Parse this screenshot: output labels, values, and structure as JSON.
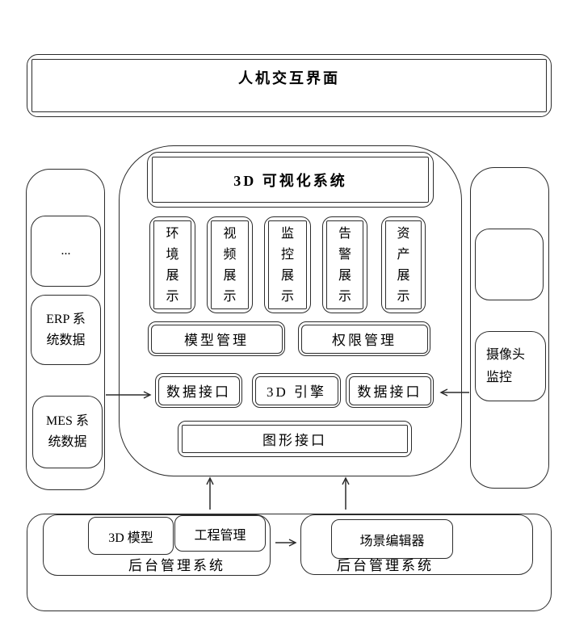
{
  "top_box": {
    "title": "人机交互界面"
  },
  "viz_system": {
    "title": "3D 可视化系统",
    "display_panels": [
      "环境展示",
      "视频展示",
      "监控展示",
      "告警展示",
      "资产展示"
    ],
    "model_management": "模型管理",
    "permission_management": "权限管理",
    "data_interface_left": "数据接口",
    "engine_3d": "3D 引擎",
    "data_interface_right": "数据接口",
    "graphics_interface": "图形接口"
  },
  "left_sources": {
    "more": "...",
    "erp": {
      "line1": "ERP 系",
      "line2": "统数据"
    },
    "mes": {
      "line1": "MES 系",
      "line2": "统数据"
    }
  },
  "right_sources": {
    "camera": {
      "line1": "摄像头",
      "line2": "监控"
    }
  },
  "backend_left": {
    "label": "后台管理系统",
    "items": [
      "3D 模型",
      "工程管理"
    ]
  },
  "backend_right": {
    "label": "后台管理系统",
    "items": [
      "场景编辑器"
    ]
  },
  "colors": {
    "line": "#2b2b2b",
    "background": "#ffffff",
    "text": "#000000"
  }
}
